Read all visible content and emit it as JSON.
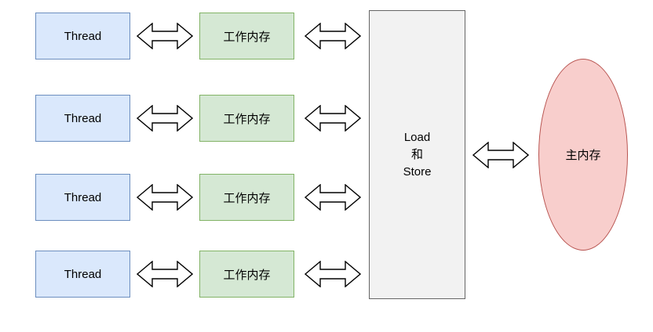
{
  "diagram": {
    "rows": [
      {
        "thread_label": "Thread",
        "memory_label": "工作内存"
      },
      {
        "thread_label": "Thread",
        "memory_label": "工作内存"
      },
      {
        "thread_label": "Thread",
        "memory_label": "工作内存"
      },
      {
        "thread_label": "Thread",
        "memory_label": "工作内存"
      }
    ],
    "bus": {
      "lines": [
        "Load",
        "和",
        "Store"
      ]
    },
    "main_memory": {
      "label": "主内存"
    },
    "icons": {
      "double_arrow": "double-arrow-icon"
    },
    "colors": {
      "thread_fill": "#dae8fc",
      "thread_border": "#6c8ebf",
      "memory_fill": "#d5e8d4",
      "memory_border": "#82b366",
      "bus_fill": "#f2f2f2",
      "bus_border": "#666666",
      "main_memory_fill": "#f8cecc",
      "main_memory_border": "#b85450",
      "arrow_stroke": "#000000",
      "arrow_fill": "#ffffff",
      "background": "#ffffff"
    }
  }
}
